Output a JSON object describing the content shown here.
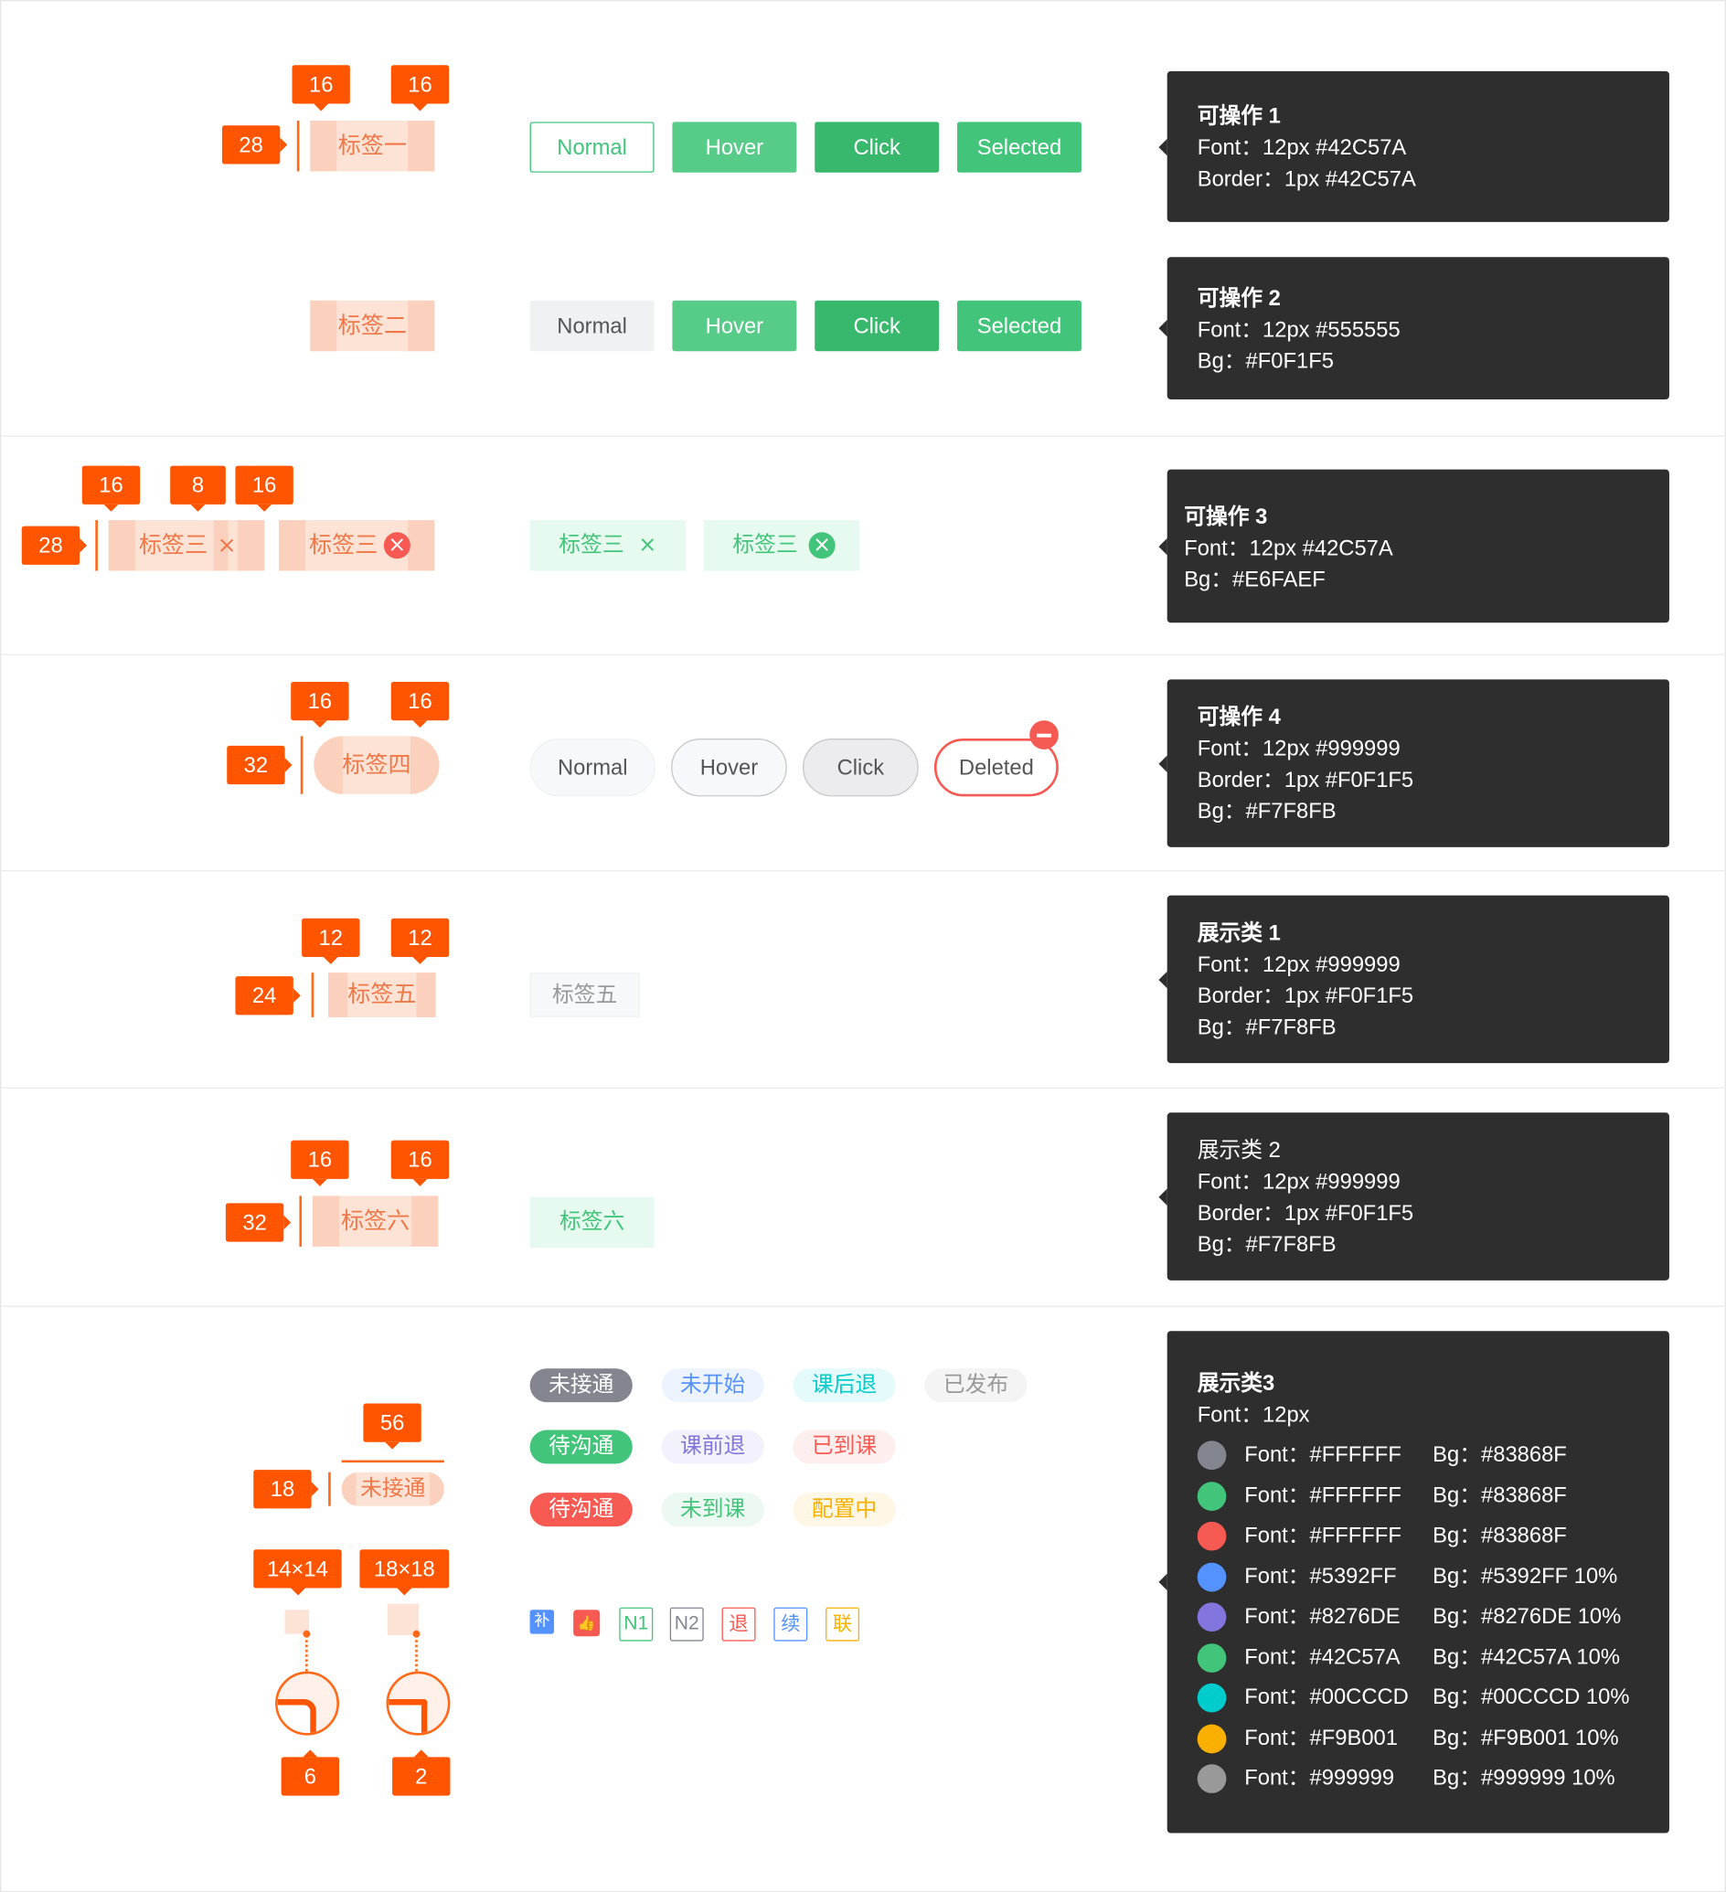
{
  "labels": {
    "tag1": "标签一",
    "tag2": "标签二",
    "tag3": "标签三",
    "tag4": "标签四",
    "tag5": "标签五",
    "tag6": "标签六",
    "pill": "未接通"
  },
  "dims": {
    "r1_w": "16",
    "r1_w2": "16",
    "r1_h": "28",
    "r3_a": "16",
    "r3_b": "8",
    "r3_c": "16",
    "r3_h": "28",
    "r4_a": "16",
    "r4_b": "16",
    "r4_h": "32",
    "r5_a": "12",
    "r5_b": "12",
    "r5_h": "24",
    "r6_a": "16",
    "r6_b": "16",
    "r6_h": "32",
    "r7_w": "56",
    "r7_h": "18",
    "ico_a": "14×14",
    "ico_b": "18×18",
    "rad_a": "6",
    "rad_b": "2"
  },
  "buttons": {
    "normal": "Normal",
    "hover": "Hover",
    "click": "Click",
    "selected": "Selected",
    "deleted": "Deleted",
    "close_glyph": "×"
  },
  "tooltips": [
    {
      "title": "可操作 1",
      "lines": [
        "Font：12px #42C57A",
        "Border：1px #42C57A"
      ]
    },
    {
      "title": "可操作 2",
      "lines": [
        "Font：12px #555555",
        "Bg：#F0F1F5"
      ]
    },
    {
      "title": "可操作 3",
      "lines": [
        "Font：12px #42C57A",
        "Bg：#E6FAEF"
      ]
    },
    {
      "title": "可操作 4",
      "lines": [
        "Font：12px #999999",
        "Border：1px #F0F1F5",
        "Bg：#F7F8FB"
      ]
    },
    {
      "title": "展示类 1",
      "lines": [
        "Font：12px #999999",
        "Border：1px #F0F1F5",
        "Bg：#F7F8FB"
      ]
    },
    {
      "title": "展示类 2",
      "lines": [
        "Font：12px #999999",
        "Border：1px #F0F1F5",
        "Bg：#F7F8FB"
      ]
    }
  ],
  "status_chips": [
    {
      "text": "未接通",
      "fg": "#FFFFFF",
      "bg": "#83868F"
    },
    {
      "text": "未开始",
      "fg": "#5392FF",
      "bg": "#EDF4FF"
    },
    {
      "text": "课后退",
      "fg": "#00CCCD",
      "bg": "#E5FAFA"
    },
    {
      "text": "已发布",
      "fg": "#999999",
      "bg": "#F4F4F4"
    },
    {
      "text": "待沟通",
      "fg": "#FFFFFF",
      "bg": "#42C57A"
    },
    {
      "text": "课前退",
      "fg": "#8276DE",
      "bg": "#F2F1FC"
    },
    {
      "text": "已到课",
      "fg": "#F75A53",
      "bg": "#FEEEEE"
    },
    {
      "text": "待沟通",
      "fg": "#FFFFFF",
      "bg": "#F75A53"
    },
    {
      "text": "未到课",
      "fg": "#42C57A",
      "bg": "#ECF9F2"
    },
    {
      "text": "配置中",
      "fg": "#F9B001",
      "bg": "#FEF7E5"
    }
  ],
  "mini_icons": [
    "补",
    "👍",
    "N1",
    "N2",
    "退",
    "续",
    "联"
  ],
  "legend": {
    "title": "展示类3",
    "font": "Font：12px",
    "rows": [
      {
        "color": "#83868F",
        "font": "Font：#FFFFFF",
        "bg": "Bg：#83868F"
      },
      {
        "color": "#42C57A",
        "font": "Font：#FFFFFF",
        "bg": "Bg：#83868F"
      },
      {
        "color": "#F75A53",
        "font": "Font：#FFFFFF",
        "bg": "Bg：#83868F"
      },
      {
        "color": "#5392FF",
        "font": "Font：#5392FF",
        "bg": "Bg：#5392FF 10%"
      },
      {
        "color": "#8276DE",
        "font": "Font：#8276DE",
        "bg": "Bg：#8276DE 10%"
      },
      {
        "color": "#42C57A",
        "font": "Font：#42C57A",
        "bg": "Bg：#42C57A 10%"
      },
      {
        "color": "#00CCCD",
        "font": "Font：#00CCCD",
        "bg": "Bg：#00CCCD 10%"
      },
      {
        "color": "#F9B001",
        "font": "Font：#F9B001",
        "bg": "Bg：#F9B001 10%"
      },
      {
        "color": "#999999",
        "font": "Font：#999999",
        "bg": "Bg：#999999  10%"
      }
    ]
  }
}
